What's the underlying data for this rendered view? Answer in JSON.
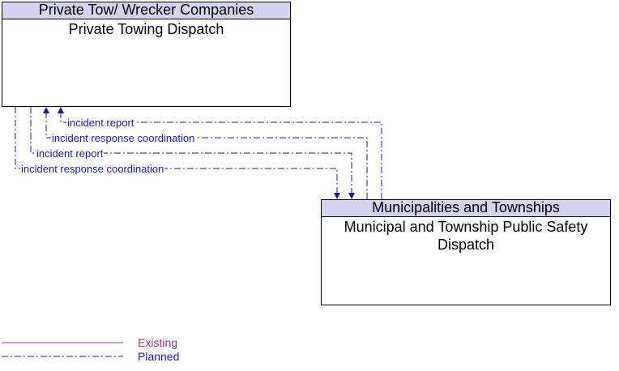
{
  "elements": {
    "a": {
      "header": "Private Tow/ Wrecker Companies",
      "name": "Private Towing Dispatch"
    },
    "b": {
      "header": "Municipalities and Townships",
      "name": "Municipal and Township Public Safety Dispatch"
    }
  },
  "flows": [
    {
      "label": "incident report",
      "from": "b",
      "to": "a"
    },
    {
      "label": "incident response coordination",
      "from": "b",
      "to": "a"
    },
    {
      "label": "incident report",
      "from": "a",
      "to": "b"
    },
    {
      "label": "incident response coordination",
      "from": "a",
      "to": "b"
    }
  ],
  "legend": {
    "existing": "Existing",
    "planned": "Planned"
  },
  "colors": {
    "flow": "#1a1aaa",
    "existing": "#9b2d9b",
    "planned": "#1a1aaa",
    "header_fill": "#d4d4f0"
  }
}
